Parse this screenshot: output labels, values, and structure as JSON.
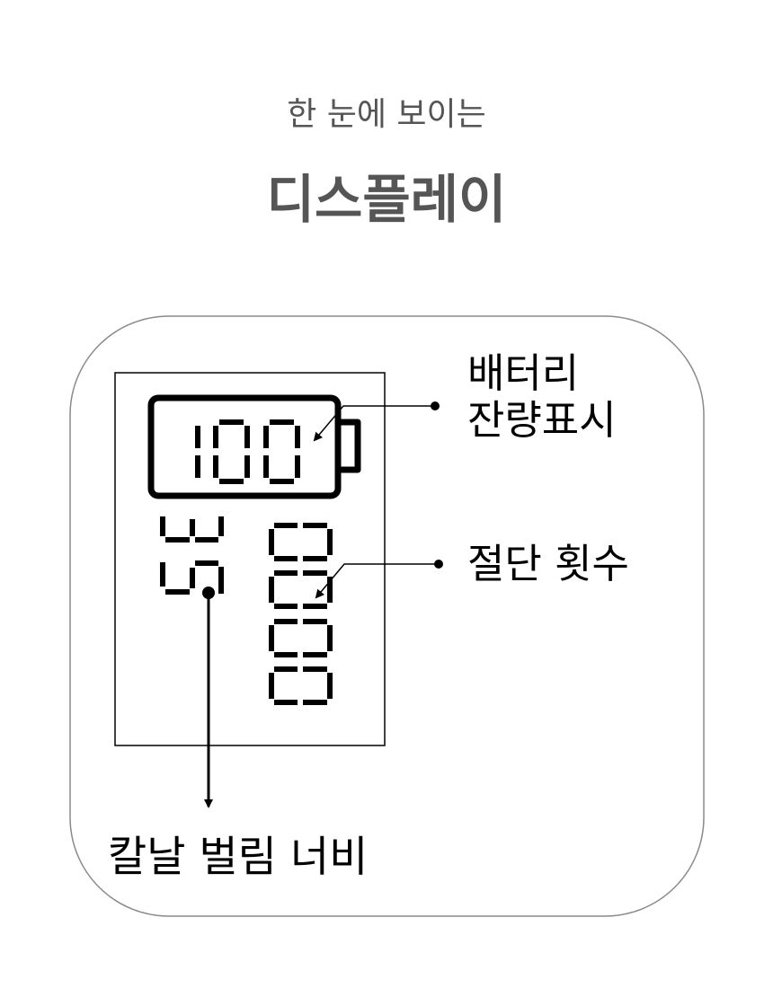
{
  "header": {
    "subtitle": "한 눈에 보이는",
    "title": "디스플레이"
  },
  "lcd": {
    "battery_level": "100"
  },
  "labels": {
    "battery_line1": "배터리",
    "battery_line2": "잔량표시",
    "cut_count": "절단 횟수",
    "blade_width": "칼날 벌림 너비"
  },
  "colors": {
    "frame": "#8a8a8a",
    "text_gray": "#555555",
    "ink": "#000000"
  }
}
